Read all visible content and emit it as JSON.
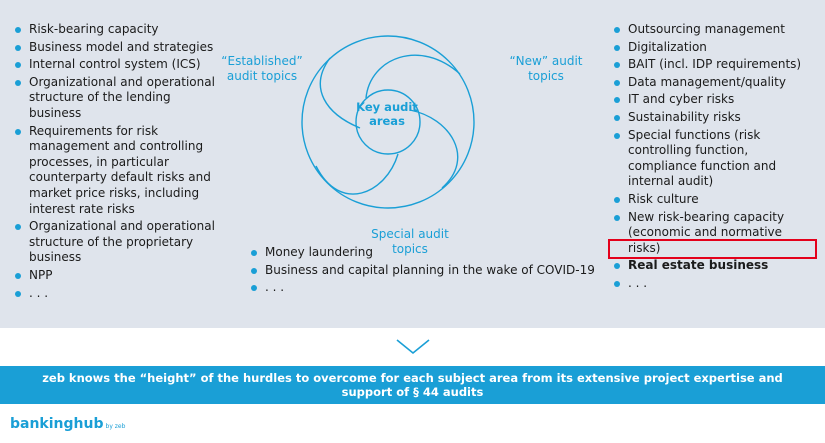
{
  "left_topics": [
    "Risk-bearing capacity",
    "Business model and strategies",
    "Internal control system (ICS)",
    "Organizational and operational structure of the lending business",
    "Requirements for risk management and controlling processes, in particular counterparty default risks and market price risks, including interest rate risks",
    "Organizational and operational structure of the proprietary business",
    "NPP",
    ". . ."
  ],
  "labels": {
    "established": "“Established” audit topics",
    "new": "“New” audit topics",
    "special": "Special audit topics",
    "center": "Key audit areas"
  },
  "special_topics": [
    "Money laundering",
    "Business and capital planning in the wake of COVID-19",
    ". . ."
  ],
  "right_topics": [
    "Outsourcing management",
    "Digitalization",
    "BAIT (incl. IDP requirements)",
    "Data management/quality",
    "IT and cyber risks",
    "Sustainability risks",
    "Special functions (risk controlling function, compliance function and internal audit)",
    "Risk culture",
    "New risk-bearing capacity (economic and normative risks)",
    "Real estate business",
    ". . ."
  ],
  "highlighted_topic": "Real estate business",
  "banner_text": "zeb knows the “height” of the hurdles to overcome for each subject area from its extensive project expertise and support of § 44 audits",
  "brand": {
    "part1": "banking",
    "part2": "hub",
    "part3": "by zeb"
  },
  "colors": {
    "accent": "#1a9fd6",
    "panel": "#dfe4ec",
    "highlight": "#e4001b"
  }
}
